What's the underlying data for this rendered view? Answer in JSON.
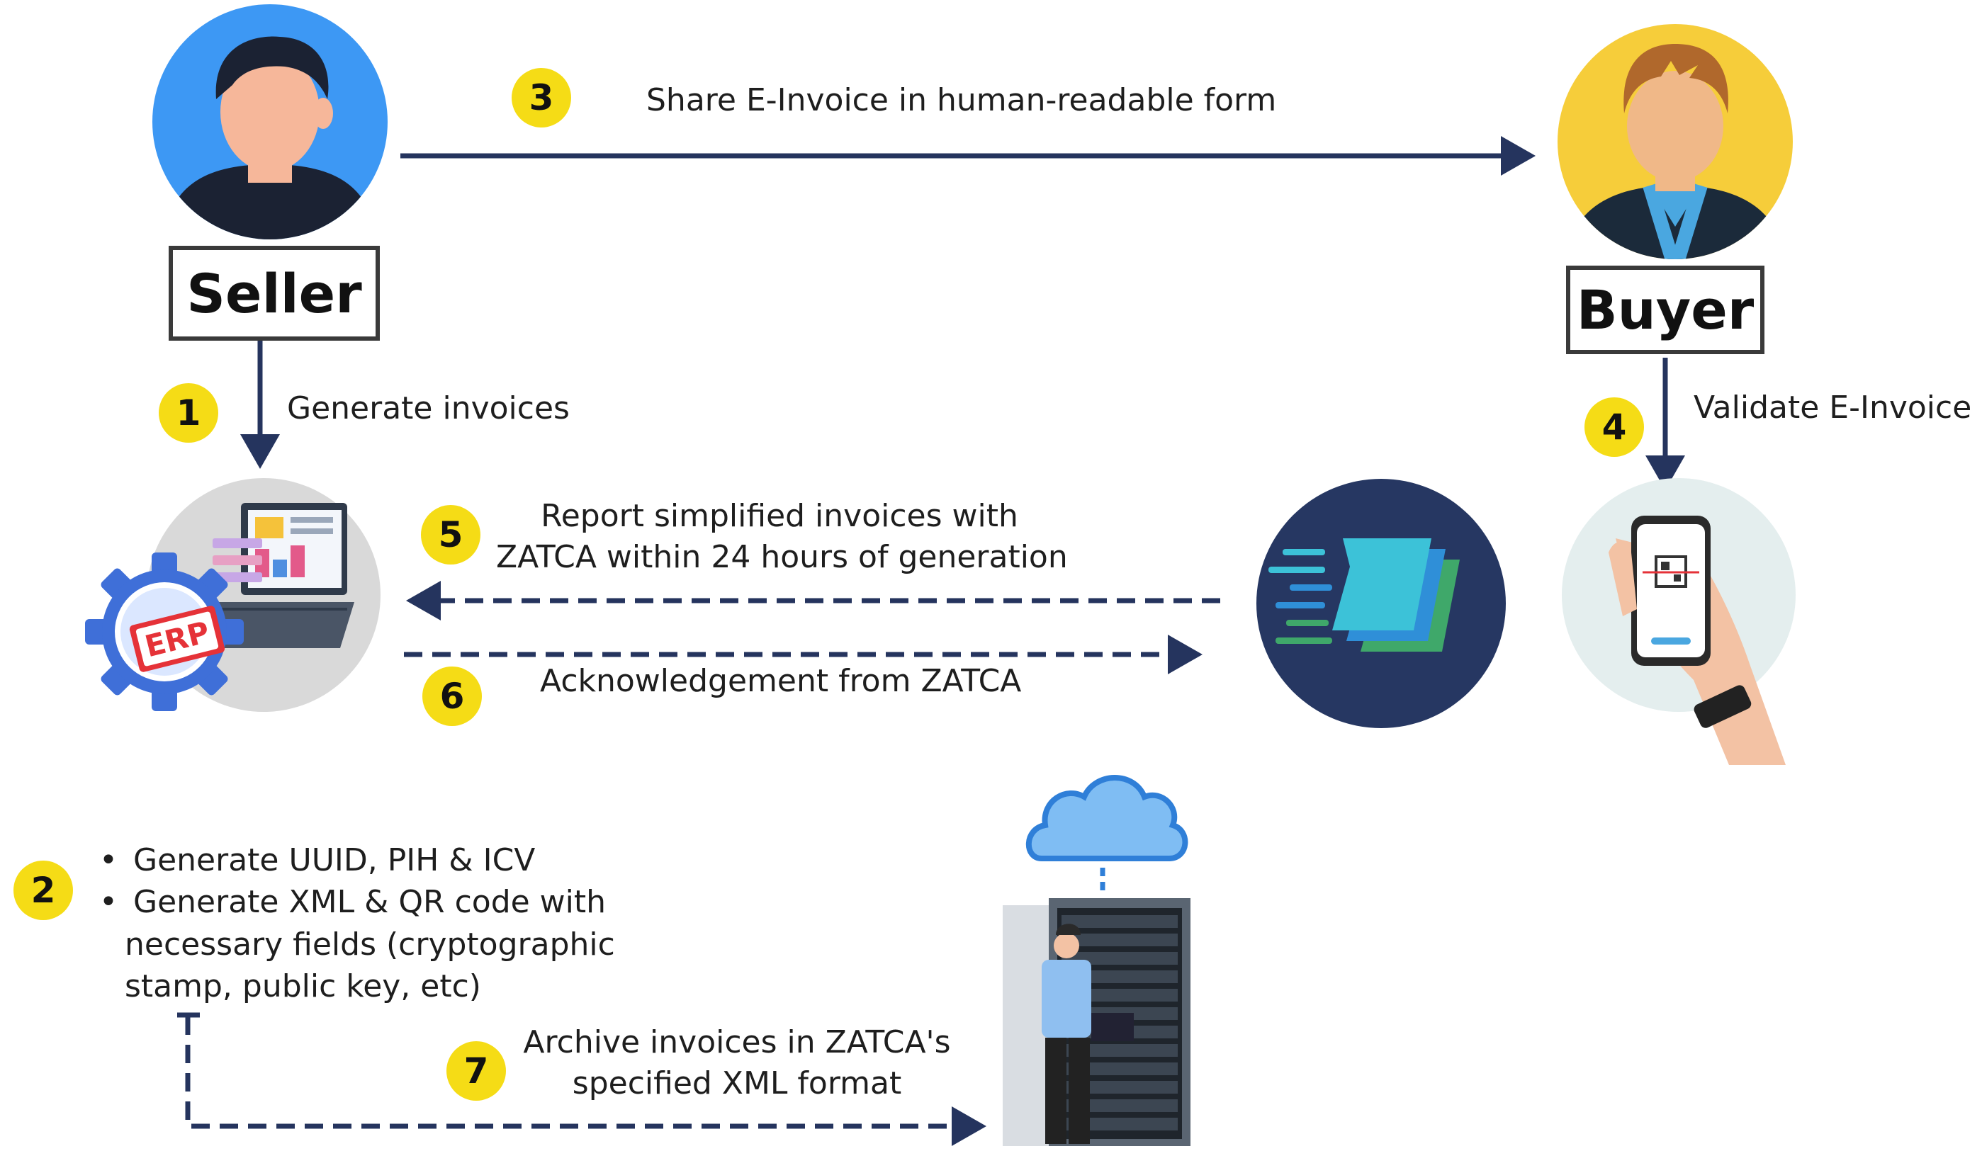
{
  "actors": {
    "seller_label": "Seller",
    "buyer_label": "Buyer"
  },
  "steps": [
    {
      "number": "1",
      "text": "Generate invoices"
    },
    {
      "number": "2",
      "bullets": [
        "Generate UUID,  PIH & ICV",
        "Generate XML & QR code with",
        "necessary fields (cryptographic",
        "stamp, public key, etc)"
      ]
    },
    {
      "number": "3",
      "text": "Share E-Invoice in human-readable form"
    },
    {
      "number": "4",
      "text": "Validate E-Invoice"
    },
    {
      "number": "5",
      "lines": [
        "Report simplified invoices with",
        "ZATCA within 24 hours of generation"
      ]
    },
    {
      "number": "6",
      "text": "Acknowledgement from ZATCA"
    },
    {
      "number": "7",
      "lines": [
        "Archive invoices in ZATCA's",
        "specified XML format"
      ]
    }
  ],
  "erp_badge_text": "ERP",
  "colors": {
    "arrow": "#25345e",
    "badge": "#f5dc16",
    "seller_bg": "#3d98f4",
    "buyer_bg": "#f6cd3a",
    "zatca_bg": "#263762",
    "cloud": "#7fbdf3"
  }
}
